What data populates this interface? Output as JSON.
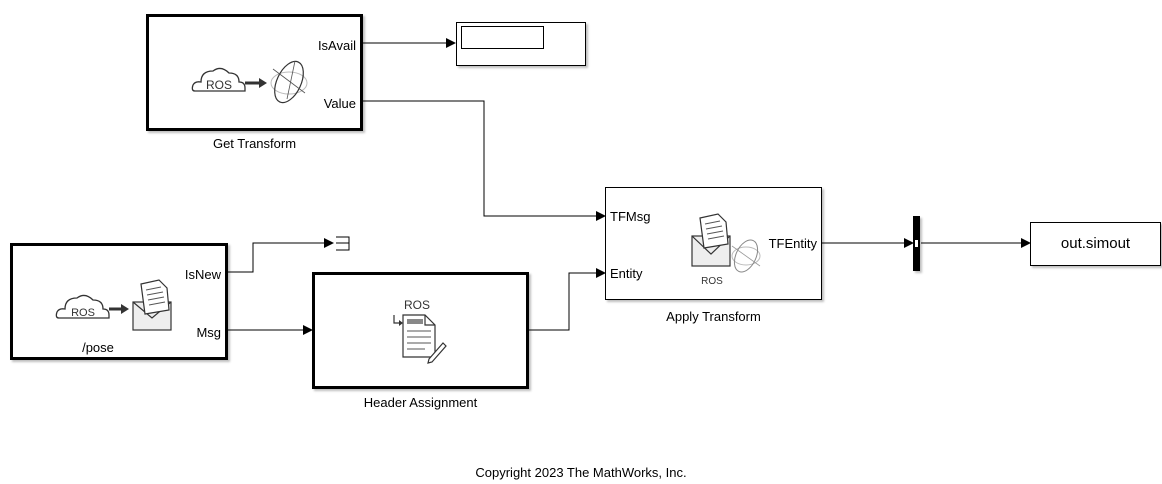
{
  "blocks": {
    "get_transform": {
      "caption": "Get Transform",
      "ports_out": [
        "IsAvail",
        "Value"
      ],
      "icon": "ros-cloud-to-transform-icon",
      "cloud_text": "ROS"
    },
    "display": {
      "value": ""
    },
    "subscribe": {
      "caption": "/pose",
      "ports_out": [
        "IsNew",
        "Msg"
      ],
      "icon": "ros-cloud-to-message-icon",
      "cloud_text": "ROS"
    },
    "header_assignment": {
      "caption": "Header Assignment",
      "icon": "ros-header-document-icon",
      "icon_text": "ROS"
    },
    "apply_transform": {
      "caption": "Apply Transform",
      "ports_in": [
        "TFMsg",
        "Entity"
      ],
      "ports_out": [
        "TFEntity"
      ],
      "icon": "ros-message-transform-icon",
      "icon_text": "ROS"
    },
    "to_workspace": {
      "label": "out.simout"
    }
  },
  "footer": {
    "copyright": "Copyright 2023 The MathWorks, Inc."
  }
}
